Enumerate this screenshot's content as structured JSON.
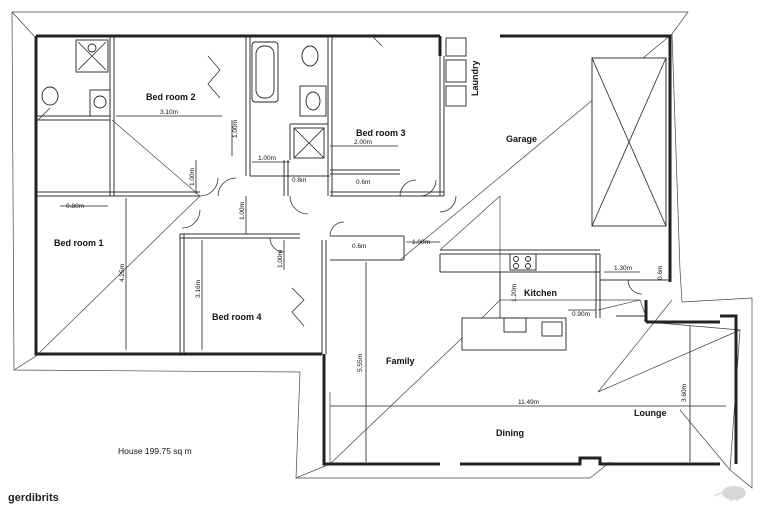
{
  "rooms": {
    "bedroom2": "Bed room 2",
    "bedroom3": "Bed room 3",
    "bedroom1": "Bed room 1",
    "bedroom4": "Bed room 4",
    "laundry": "Laundry",
    "garage": "Garage",
    "kitchen": "Kitchen",
    "family": "Family",
    "dining": "Dining",
    "lounge": "Lounge"
  },
  "dimensions": {
    "d1": "3.10m",
    "d2": "1.00m",
    "d3": "1.00m",
    "d4": "2.00m",
    "d5": "0.8m",
    "d6": "0.6m",
    "d7": "1.00m",
    "d8": "0.80m",
    "d9": "1.00m",
    "d10": "4.25m",
    "d11": "3.16m",
    "d12": "1.00m",
    "d13": "0.6m",
    "d14": "1.00m",
    "d15": "1.30m",
    "d16": "0.6m",
    "d17": "1.20m",
    "d18": "0.90m",
    "d19": "5.55m",
    "d20": "11.49m",
    "d21": "3.60m"
  },
  "house_area": "House 199.75 sq m",
  "watermark": {
    "text": "gerdibrits",
    "logo": "kiwi-bird-logo"
  },
  "colors": {
    "wall": "#222222",
    "background": "#ffffff"
  }
}
